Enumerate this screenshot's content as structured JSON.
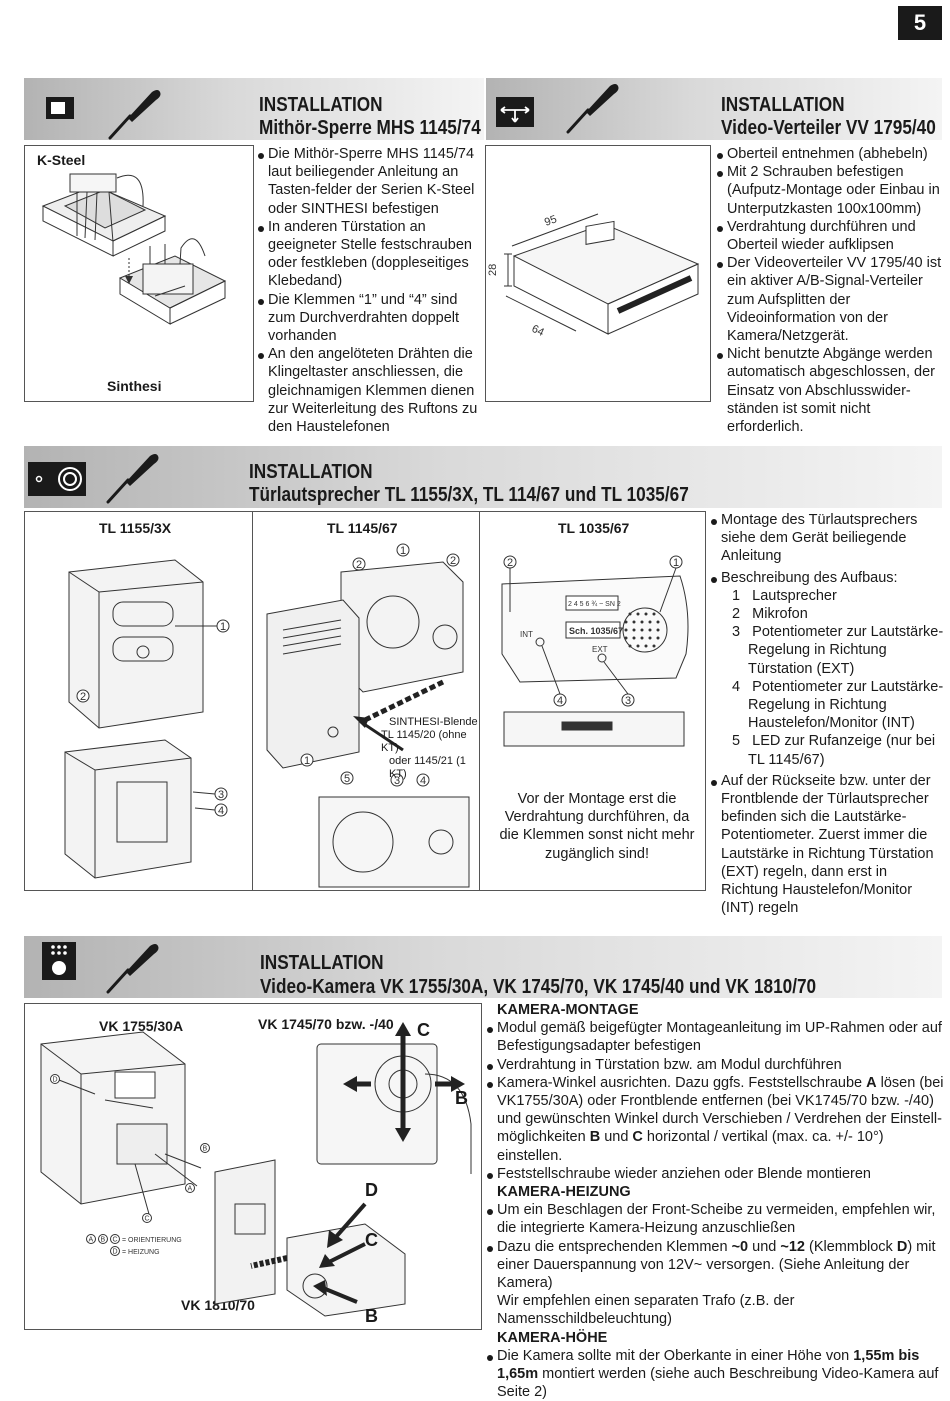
{
  "page_number": "5",
  "section1": {
    "title_line1": "INSTALLATION",
    "title_line2": "Mithör-Sperre MHS 1145/74",
    "label_ksteel": "K-Steel",
    "label_sinthesi": "Sinthesi",
    "bullets": [
      "Die Mithör-Sperre MHS 1145/74 laut beiliegender Anleitung an Tasten-felder der Serien K-Steel oder SINTHESI befestigen",
      "In anderen Türstation an geeigneter Stelle festschrauben oder festkleben (doppleseitiges Klebedand)",
      "Die Klemmen “1” und “4” sind zum Durchverdrahten doppelt vorhanden",
      "An den angelöteten Drähten die Klingeltaster anschliessen, die gleichnamigen Klemmen dienen zur Weiterleitung des Ruftons zu den Haustelefonen"
    ]
  },
  "section2": {
    "title_line1": "INSTALLATION",
    "title_line2": "Video-Verteiler VV 1795/40",
    "dim_95": "95",
    "dim_28": "28",
    "dim_64": "64",
    "bullets": [
      "Oberteil entnehmen (abhebeln)",
      "Mit 2 Schrauben befestigen (Aufputz-Montage oder Einbau in Unterputzkasten 100x100mm)",
      "Verdrahtung durchführen und Oberteil wieder aufklipsen",
      "Der Videoverteiler VV 1795/40 ist ein aktiver A/B-Signal-Verteiler zum Aufsplitten der Videoinformation von der Kamera/Netzgerät.",
      "Nicht benutzte Abgänge werden automatisch abgeschlossen, der Einsatz von Abschlusswider-ständen ist somit nicht erforderlich."
    ]
  },
  "section3": {
    "title_line1": "INSTALLATION",
    "title_line2": "Türlautsprecher TL 1155/3X, TL 114/67 und TL 1035/67",
    "col1_label": "TL 1155/3X",
    "col2_label": "TL 1145/67",
    "col3_label": "TL 1035/67",
    "blende_line1": "SINTHESI-Blende",
    "blende_line2": "TL 1145/20 (ohne KT)",
    "blende_line3": "oder 1145/21 (1 KT)",
    "pcb_label": "Sch. 1035/67",
    "pcb_int": "INT",
    "pcb_ext": "EXT",
    "pcb_terminals": "2 4 5 6 ¾ ~ SN 2",
    "note": "Vor der Montage erst die Verdrahtung durchführen, da die Klemmen sonst nicht mehr zugänglich sind!",
    "bullet_montage": "Montage des Türlautsprechers siehe dem Gerät beiliegende Anleitung",
    "bullet_aufbau": "Beschreibung des Aufbaus:",
    "parts": [
      {
        "n": "1",
        "text": "Lautsprecher"
      },
      {
        "n": "2",
        "text": "Mikrofon"
      },
      {
        "n": "3",
        "text": "Potentiometer zur Lautstärke-Regelung in Richtung Türstation (EXT)"
      },
      {
        "n": "4",
        "text": "Potentiometer zur Lautstärke-Regelung in Richtung Haustelefon/Monitor (INT)"
      },
      {
        "n": "5",
        "text": "LED zur Rufanzeige (nur bei TL 1145/67)"
      }
    ],
    "bullet_rueck": "Auf der Rückseite bzw. unter der Frontblende der Türlautsprecher befinden sich die Lautstärke-Potentiometer. Zuerst immer die Lautstärke in Richtung Türstation (EXT) regeln, dann erst in Richtung Haustelefon/Monitor  (INT) regeln"
  },
  "section4": {
    "title_line1": "INSTALLATION",
    "title_line2": "Video-Kamera VK 1755/30A, VK 1745/70, VK 1745/40 und VK 1810/70",
    "label_vk1755": "VK 1755/30A",
    "label_vk1745": "VK 1745/70 bzw. -/40",
    "label_vk1810": "VK 1810/70",
    "letter_a": "A",
    "letter_b": "B",
    "letter_c": "C",
    "letter_d": "D",
    "legend_abc": "= ORIENTIERUNG",
    "legend_d": "= HEIZUNG",
    "head_montage": "KAMERA-MONTAGE",
    "montage_bullets": [
      "Modul gemäß beigefügter Montageanleitung im UP-Rahmen oder auf Befestigungsadapter befestigen",
      "Verdrahtung in Türstation bzw. am Modul durchführen"
    ],
    "winkel_p1": "Kamera-Winkel ausrichten. Dazu ggfs. Feststellschraube ",
    "winkel_p2": " lösen (bei VK1755/30A) oder Frontblende entfernen (bei VK1745/70 bzw. -/40) und gewünschten Winkel durch Verschieben / Verdrehen der Einstell-möglichkeiten ",
    "winkel_p3": " und ",
    "winkel_p4": " horizontal / vertikal (max. ca. +/- 10°) einstellen.",
    "bullet_fest": "Feststellschraube wieder anziehen oder Blende montieren",
    "head_heizung": "KAMERA-HEIZUNG",
    "bullet_beschlag": "Um ein Beschlagen der Front-Scheibe zu vermeiden, empfehlen wir, die integrierte Kamera-Heizung anzuschließen",
    "klemmen_p1": "Dazu die entsprechenden Klemmen ",
    "klemmen_k1": "~0",
    "klemmen_p2": " und ",
    "klemmen_k2": "~12",
    "klemmen_p3": " (Klemmblock ",
    "klemmen_p4": ") mit einer Dauerspannung von 12V~ versorgen. (Siehe Anleitung der Kamera)",
    "klemmen_line2": "Wir empfehlen einen separaten Trafo (z.B. der Namensschildbeleuchtung)",
    "head_hoehe": "KAMERA-HÖHE",
    "hoehe_p1": "Die Kamera sollte mit der Oberkante in einer Höhe von ",
    "hoehe_bold": "1,55m bis 1,65m",
    "hoehe_p2": " montiert werden (siehe auch Beschreibung Video-Kamera auf Seite 2)"
  }
}
